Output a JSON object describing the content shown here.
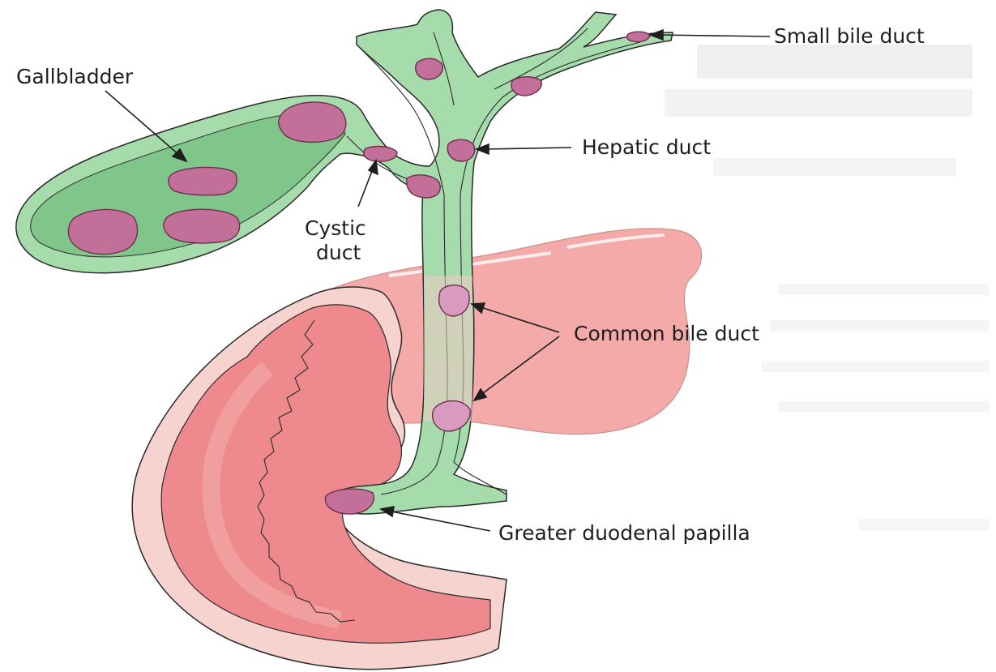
{
  "labels": {
    "small_bile_duct": "Small bile duct",
    "gallbladder": "Gallbladder",
    "hepatic_duct": "Hepatic duct",
    "cystic_duct_line1": "Cystic",
    "cystic_duct_line2": "duct",
    "common_bile_duct": "Common bile duct",
    "greater_duodenal_papilla": "Greater duodenal papilla"
  },
  "colors": {
    "duct_green": "#a6dcab",
    "duct_green_dark": "#7cc488",
    "stone": "#c2709a",
    "stone_light": "#d99ac0",
    "pancreas": "#f4aaa8",
    "duodenum": "#ee8a8e",
    "duodenum_pale": "#f7d3d0",
    "outline": "#2a2a2a"
  }
}
